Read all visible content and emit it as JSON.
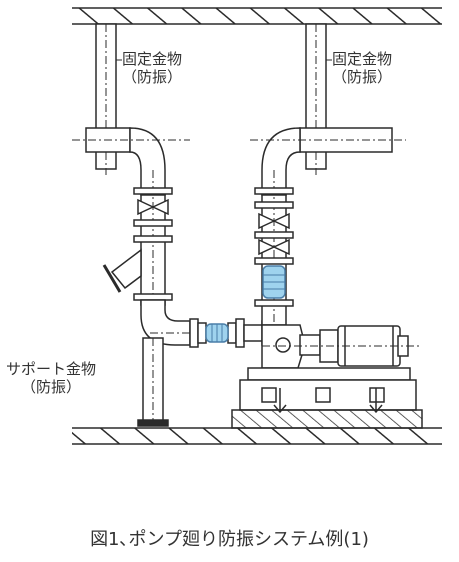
{
  "labels": {
    "fixing_left_line1": "固定金物",
    "fixing_left_line2": "（防振）",
    "fixing_right_line1": "固定金物",
    "fixing_right_line2": "（防振）",
    "support_line1": "サポート金物",
    "support_line2": "（防振）"
  },
  "caption": "図1､ポンプ廻り防振システム例(1)",
  "colors": {
    "line": "#2b2b2b",
    "vibration_joint_fill": "#9fd3ee",
    "vibration_joint_stroke": "#4a7ea8"
  }
}
